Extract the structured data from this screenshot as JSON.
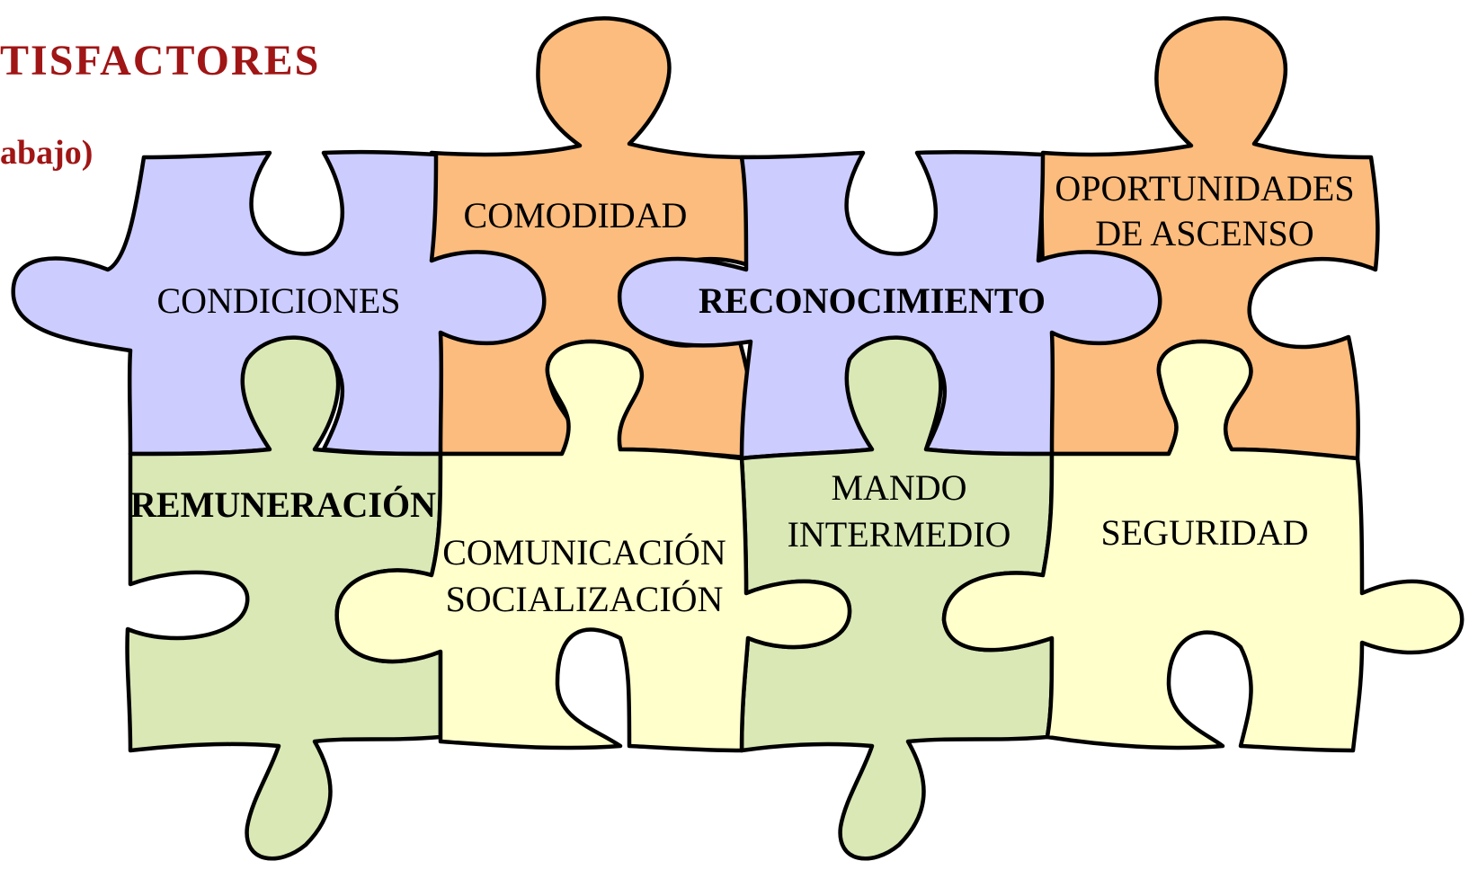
{
  "title": "TISFACTORES",
  "subtitle": "abajo)",
  "pieces": {
    "condiciones": "CONDICIONES",
    "comodidad": "COMODIDAD",
    "reconocimiento": "RECONOCIMIENTO",
    "oportunidades_line1": "OPORTUNIDADES",
    "oportunidades_line2": "DE ASCENSO",
    "remuneracion": "REMUNERACIÓN",
    "comunicacion_line1": "COMUNICACIÓN",
    "comunicacion_line2": "SOCIALIZACIÓN",
    "mando_line1": "MANDO",
    "mando_line2": "INTERMEDIO",
    "seguridad": "SEGURIDAD"
  },
  "colors": {
    "title": "#a01515",
    "blue_piece": "#ccccff",
    "orange_piece": "#fbbc7d",
    "green_piece": "#d9e8b5",
    "yellow_piece": "#ffffcc",
    "outline": "#000000"
  }
}
